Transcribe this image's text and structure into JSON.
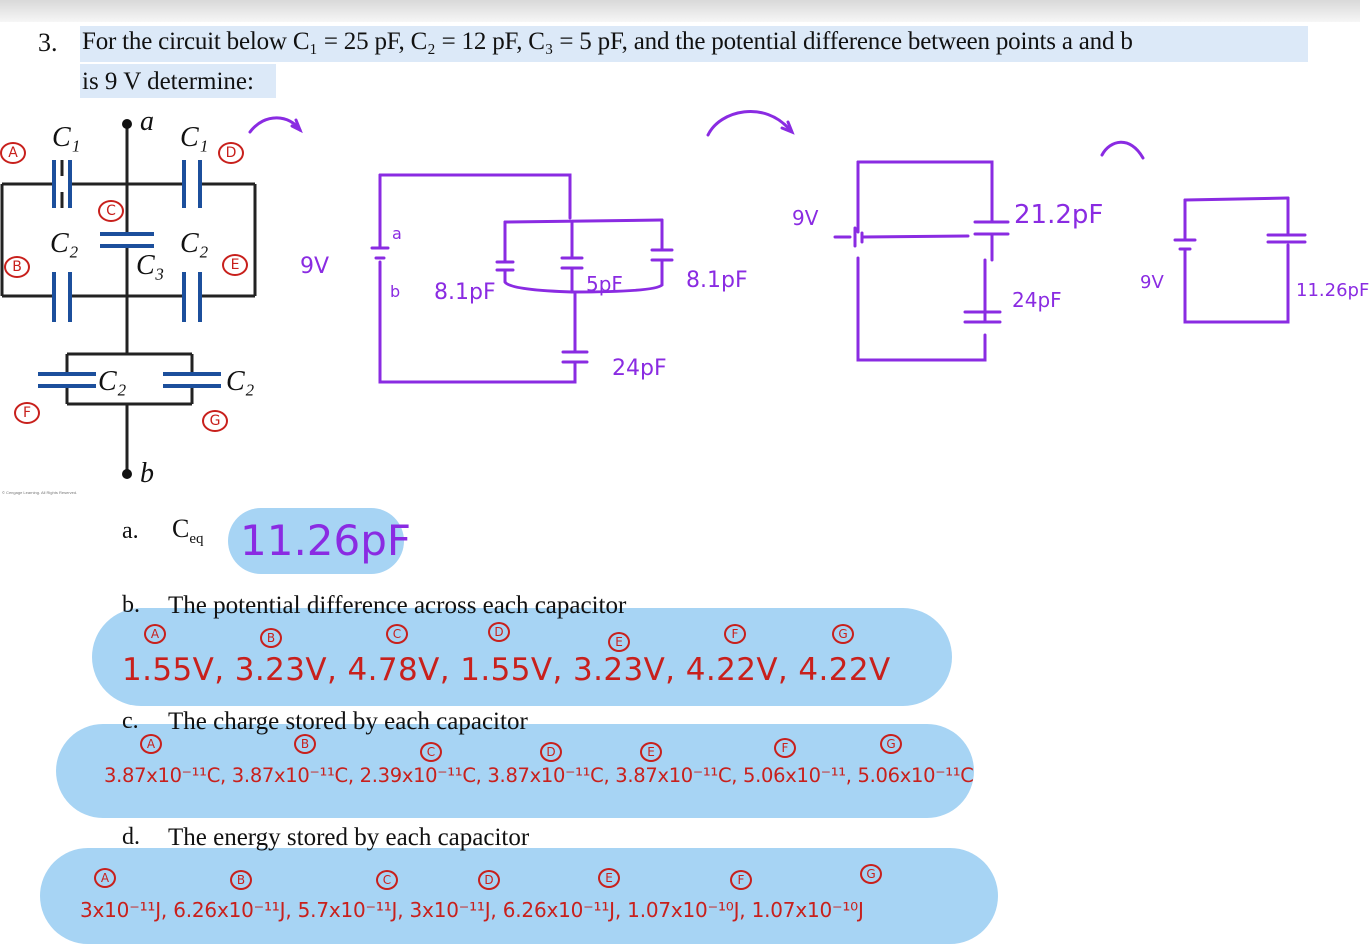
{
  "question": {
    "number": "3.",
    "line1": "For the circuit below C₁ = 25 pF, C₂ = 12 pF, C₃ = 5 pF, and the potential difference between points a and b",
    "line2": "is 9 V determine:"
  },
  "circuit": {
    "node_a": "a",
    "node_b": "b",
    "labels": [
      "C₁",
      "C₁",
      "C₂",
      "C₃",
      "C₂",
      "C₂",
      "C₂"
    ],
    "markers": [
      "A",
      "B",
      "C",
      "D",
      "E",
      "F",
      "G"
    ],
    "copyright": "© Cengage Learning. All Rights Reserved."
  },
  "sketch": {
    "voltage": "9V",
    "node_a": "a",
    "node_b": "b",
    "step1_caps": [
      "8.1pF",
      "5pF",
      "8.1pF",
      "24pF"
    ],
    "step2_caps": [
      "21.2pF",
      "24pF"
    ],
    "step3_cap": "11.26pF"
  },
  "parts": {
    "a": {
      "label": "a.",
      "prompt": "C",
      "sub": "eq",
      "answer": "11.26pF"
    },
    "b": {
      "label": "b.",
      "prompt": "The potential difference across each capacitor",
      "answer": "1.55V, 3.23V, 4.78V, 1.55V, 3.23V, 4.22V, 4.22V"
    },
    "c": {
      "label": "c.",
      "prompt": "The charge stored by each capacitor",
      "answer": "3.87x10⁻¹¹C, 3.87x10⁻¹¹C, 2.39x10⁻¹¹C, 3.87x10⁻¹¹C, 3.87x10⁻¹¹C, 5.06x10⁻¹¹, 5.06x10⁻¹¹C"
    },
    "d": {
      "label": "d.",
      "prompt": "The energy stored by each capacitor",
      "answer": "3x10⁻¹¹J, 6.26x10⁻¹¹J, 5.7x10⁻¹¹J, 3x10⁻¹¹J, 6.26x10⁻¹¹J, 1.07x10⁻¹⁰J, 1.07x10⁻¹⁰J"
    }
  },
  "colors": {
    "highlight": "#dce9f8",
    "blob": "#a7d4f4",
    "ink_purple": "#8a2be2",
    "ink_red": "#c8201c",
    "cap_blue": "#1c4f9c"
  }
}
